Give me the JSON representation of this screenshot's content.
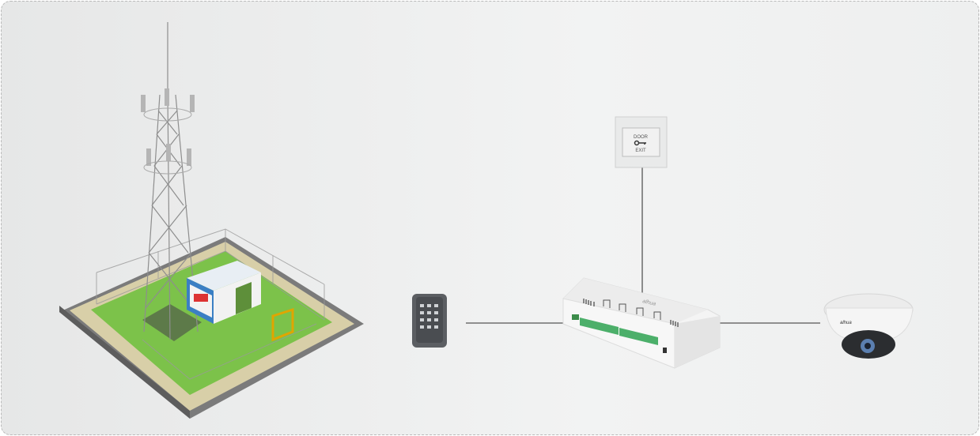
{
  "diagram": {
    "devices": {
      "site": {
        "name": "telecom-tower-site"
      },
      "reader": {
        "name": "keypad-card-reader"
      },
      "controller": {
        "name": "access-controller",
        "logo": "alhua"
      },
      "exit_button": {
        "name": "door-exit-button",
        "top_text": "DOOR",
        "bottom_text": "EXIT"
      },
      "camera": {
        "name": "dome-camera",
        "logo": "alhua"
      }
    },
    "colors": {
      "line": "#555555",
      "grass": "#7cc24a",
      "terminal": "#4caf6a",
      "road": "#8a8a8a"
    }
  }
}
